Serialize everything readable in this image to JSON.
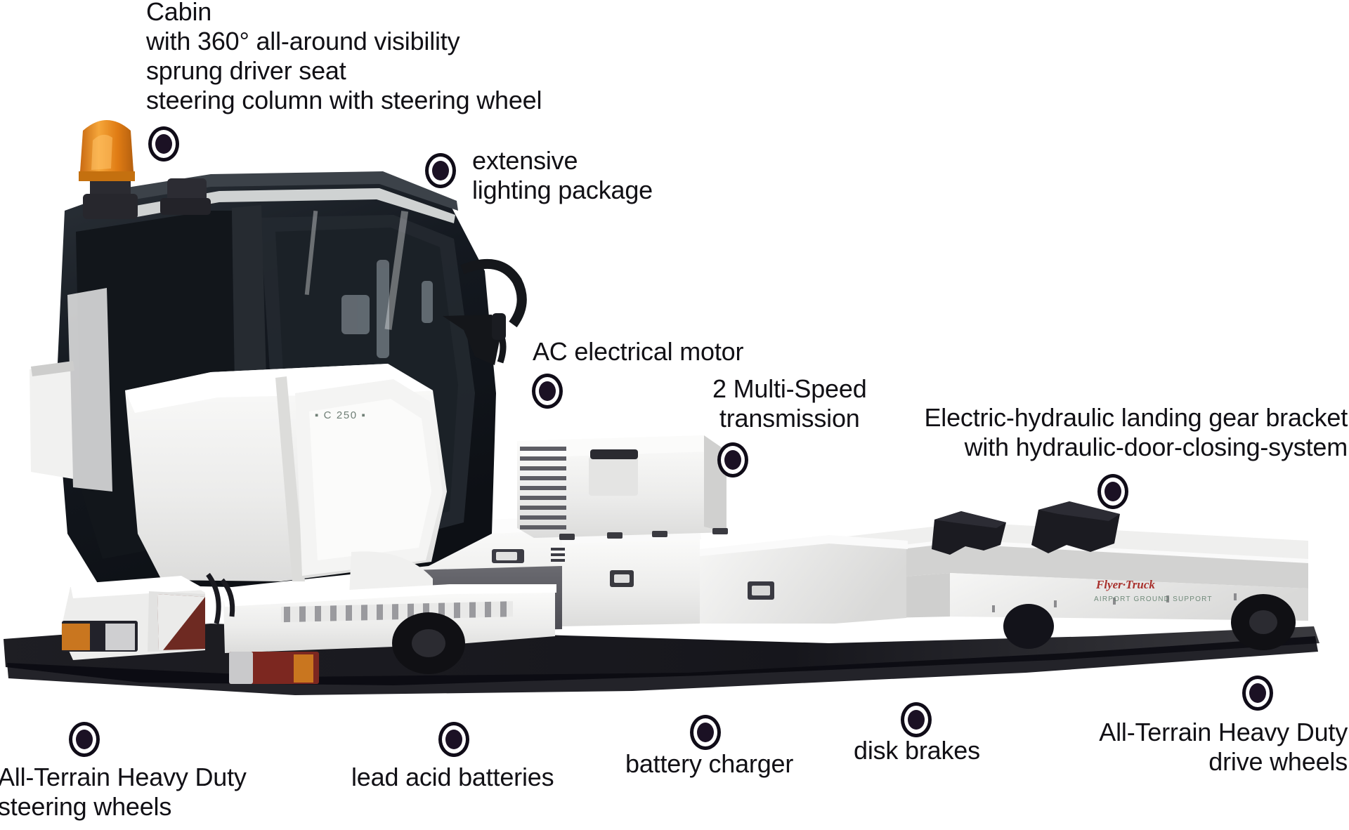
{
  "document": {
    "type": "annotated-product-photo",
    "subject": "electric airport catering lift truck",
    "background_color": "#ffffff",
    "text_color": "#111015"
  },
  "callouts": [
    {
      "id": "cabin",
      "name": "cabin",
      "align": "left",
      "lines": [
        "Cabin",
        "with 360° all-around visibility",
        "sprung driver seat",
        "steering column with steering wheel"
      ],
      "text": "Cabin\nwith 360° all-around visibility\nsprung driver seat\nsteering column with steering wheel"
    },
    {
      "id": "lighting",
      "name": "extensive-lighting-package",
      "align": "left",
      "lines": [
        "extensive",
        "lighting package"
      ],
      "text": "extensive\nlighting package"
    },
    {
      "id": "motor",
      "name": "ac-electrical-motor",
      "align": "left",
      "lines": [
        "AC electrical motor"
      ],
      "text": "AC electrical motor"
    },
    {
      "id": "transmission",
      "name": "multi-speed-transmission",
      "align": "center",
      "lines": [
        "2 Multi-Speed",
        "transmission"
      ],
      "text": "2 Multi-Speed\ntransmission"
    },
    {
      "id": "landing_gear",
      "name": "electric-hydraulic-landing-gear-bracket",
      "align": "right",
      "lines": [
        "Electric-hydraulic landing gear bracket",
        "with hydraulic-door-closing-system"
      ],
      "text": "Electric-hydraulic landing gear bracket\nwith hydraulic-door-closing-system"
    },
    {
      "id": "steering_wheels",
      "name": "all-terrain-heavy-duty-steering-wheels",
      "align": "left",
      "lines": [
        "All-Terrain Heavy Duty",
        "steering wheels"
      ],
      "text": "All-Terrain Heavy Duty\nsteering wheels"
    },
    {
      "id": "batteries",
      "name": "lead-acid-batteries",
      "align": "left",
      "lines": [
        "lead acid batteries"
      ],
      "text": "lead acid batteries"
    },
    {
      "id": "charger",
      "name": "battery-charger",
      "align": "left",
      "lines": [
        "battery charger"
      ],
      "text": "battery charger"
    },
    {
      "id": "brakes",
      "name": "disk-brakes",
      "align": "left",
      "lines": [
        "disk brakes"
      ],
      "text": "disk brakes"
    },
    {
      "id": "drive_wheels",
      "name": "all-terrain-heavy-duty-drive-wheels",
      "align": "right",
      "lines": [
        "All-Terrain Heavy Duty",
        "drive wheels"
      ],
      "text": "All-Terrain Heavy Duty\ndrive wheels"
    }
  ],
  "vehicle_markings": {
    "brand_logo": "Flyer-Truck",
    "brand_logo_color": "#a8302c",
    "brand_subtitle": "AIRPORT GROUND SUPPORT",
    "brand_subtitle_color": "#5d7b68",
    "cab_model_badge": "C 250",
    "cab_model_badge_color": "#6f7f76"
  },
  "colors": {
    "beacon_amber": "#e6821a",
    "body_white": "#f3f3f1",
    "body_shadow_grey": "#58585c",
    "glass_dark": "#191d22",
    "tyre_black": "#101014",
    "ground_shadow": "#0b0b12",
    "marker_ring": "#100c18",
    "marker_dot": "#1b1124",
    "reflector_red": "#7c2720",
    "lamp_amber": "#c9761f"
  }
}
